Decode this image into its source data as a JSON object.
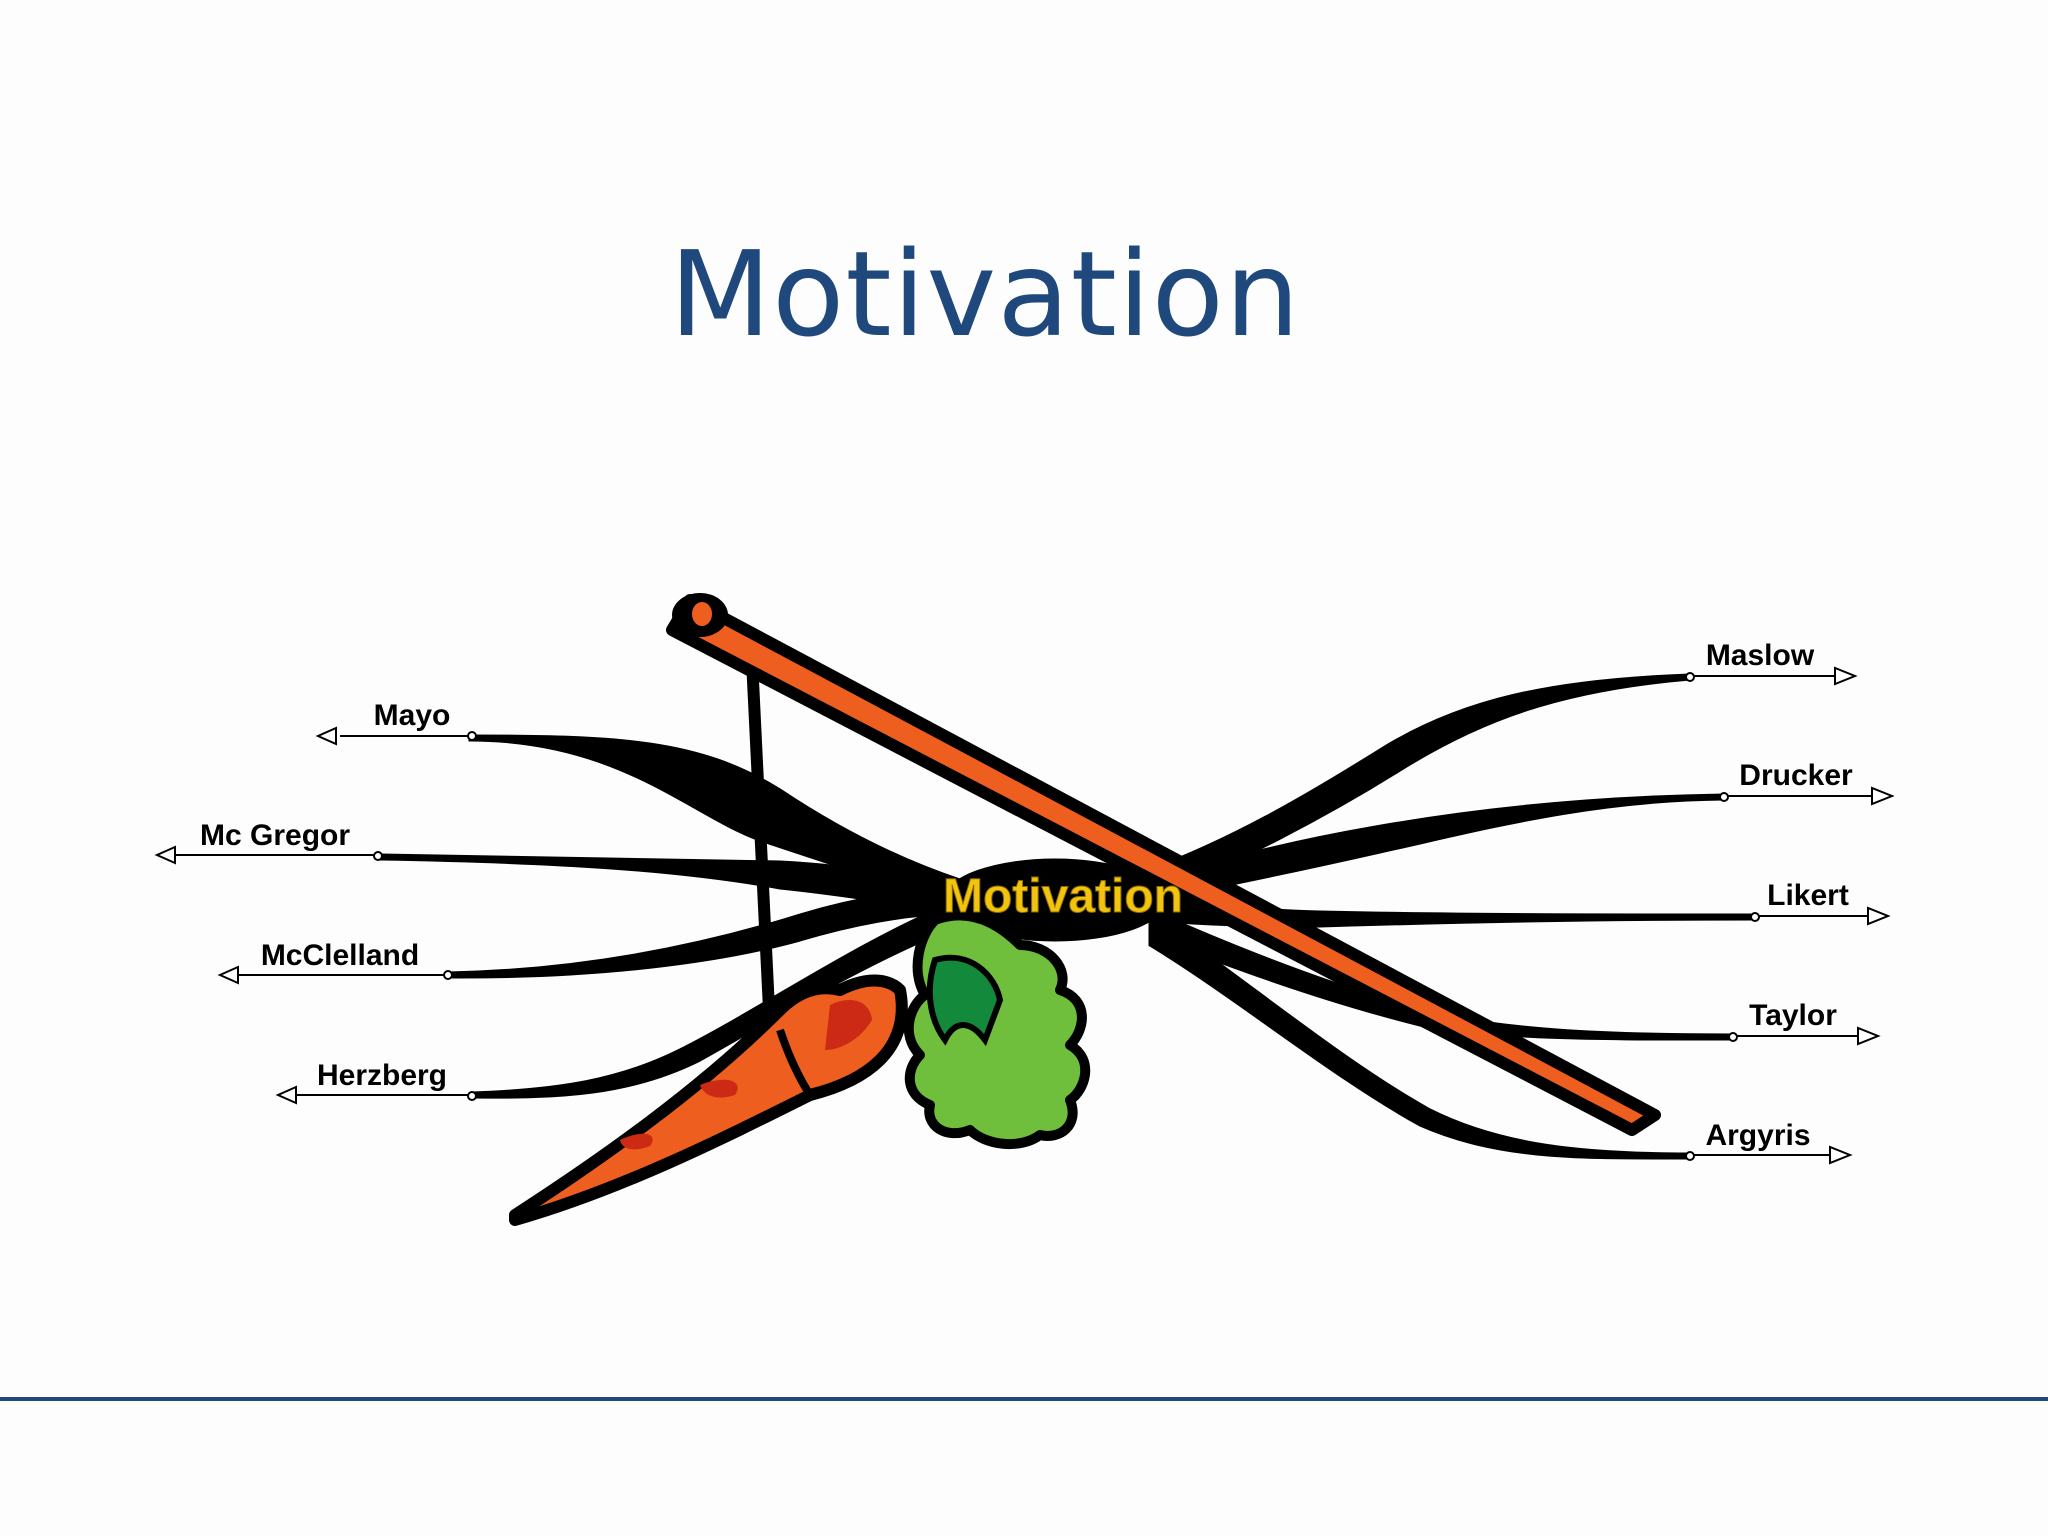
{
  "slide": {
    "title": "Motivation"
  },
  "diagram": {
    "center_label": "Motivation",
    "colors": {
      "title": "#1f497d",
      "center_label": "#f2c40f",
      "carrot": "#ee5f1f",
      "carrot_stripe": "#cc2a14",
      "leaves_light": "#6fbe3c",
      "leaves_dark": "#12893b",
      "stick": "#ee5f1f",
      "branch": "#000000",
      "rule": "#1f497d"
    },
    "left_branches": [
      {
        "label": "Mayo"
      },
      {
        "label": "Mc Gregor"
      },
      {
        "label": "McClelland"
      },
      {
        "label": "Herzberg"
      }
    ],
    "right_branches": [
      {
        "label": "Maslow"
      },
      {
        "label": "Drucker"
      },
      {
        "label": "Likert"
      },
      {
        "label": "Taylor"
      },
      {
        "label": "Argyris"
      }
    ]
  }
}
